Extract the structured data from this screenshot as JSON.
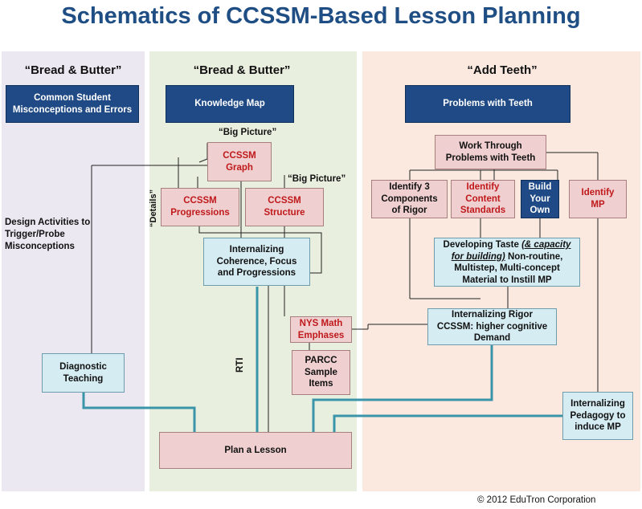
{
  "title": "Schematics of CCSSM-Based Lesson Planning",
  "columns": {
    "left": "“Bread & Butter”",
    "middle": "“Bread & Butter”",
    "right": "“Add Teeth”"
  },
  "boxes": {
    "misconceptions": "Common Student Misconceptions and Errors",
    "knowledge_map": "Knowledge Map",
    "problems_teeth": "Problems with Teeth",
    "ccssm_graph": "CCSSM Graph",
    "ccssm_progressions": "CCSSM Progressions",
    "ccssm_structure": "CCSSM Structure",
    "internalizing_coherence": "Internalizing Coherence, Focus and Progressions",
    "nys_math": "NYS Math Emphases",
    "parcc": "PARCC Sample Items",
    "diagnostic": "Diagnostic Teaching",
    "plan_lesson": "Plan a Lesson",
    "work_through": "Work Through Problems with Teeth",
    "identify_rigor": "Identify 3 Components of Rigor",
    "identify_content": "Identify Content Standards",
    "build_own": "Build Your Own",
    "identify_mp": "Identify MP",
    "developing_taste_a": "Developing Taste ",
    "developing_taste_b": "(& capacity for building)",
    "developing_taste_c": " Non-routine, Multistep, Multi-concept Material to Instill MP",
    "internalizing_rigor": "Internalizing Rigor CCSSM: higher cognitive Demand",
    "internalizing_pedagogy": "Internalizing Pedagogy to induce MP"
  },
  "notes": {
    "big_picture_1": "“Big Picture”",
    "big_picture_2": "“Big Picture”",
    "details": "“Details”",
    "design_activities": "Design Activities to Trigger/Probe Misconceptions",
    "rti": "RTI"
  },
  "copyright": "© 2012 EduTron Corporation",
  "colors": {
    "title": "#1f4e84",
    "navy": "#1f4a86",
    "pink": "#efcfcf",
    "cyan": "#d5ecf3",
    "teal_line": "#3a95a9",
    "panel_left": "#ebe8f1",
    "panel_middle": "#e9efdf",
    "panel_right": "#fbe9df"
  }
}
